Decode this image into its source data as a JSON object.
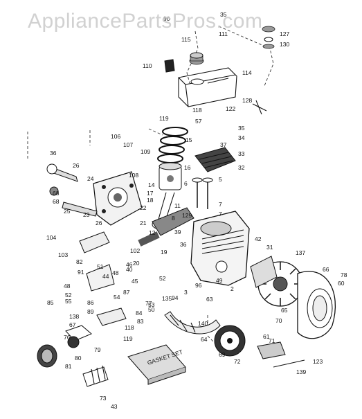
{
  "watermark": "AppliancePartsPros.com",
  "gasket_set_label": "GASKET SET",
  "part_labels": [
    "90",
    "35",
    "111",
    "127",
    "130",
    "115",
    "110",
    "114",
    "128",
    "119",
    "118",
    "57",
    "122",
    "35",
    "34",
    "37",
    "15",
    "33",
    "32",
    "36",
    "106",
    "107",
    "109",
    "108",
    "26",
    "24",
    "16",
    "14",
    "17",
    "18",
    "6",
    "5",
    "7",
    "68",
    "68",
    "25",
    "23",
    "26",
    "22",
    "21",
    "12",
    "11",
    "8",
    "129",
    "7",
    "104",
    "103",
    "102",
    "39",
    "36",
    "19",
    "20",
    "40",
    "45",
    "46",
    "42",
    "31",
    "137",
    "66",
    "78",
    "60",
    "82",
    "51",
    "91",
    "48",
    "44",
    "48",
    "53",
    "52",
    "55",
    "54",
    "87",
    "50",
    "49",
    "3",
    "94",
    "96",
    "2",
    "63",
    "67",
    "86",
    "89",
    "77",
    "84",
    "138",
    "76",
    "79",
    "80",
    "81",
    "83",
    "118",
    "119",
    "140",
    "64",
    "65",
    "70",
    "69",
    "61",
    "71",
    "72",
    "123",
    "139",
    "73",
    "85",
    "135",
    "52",
    "43"
  ]
}
